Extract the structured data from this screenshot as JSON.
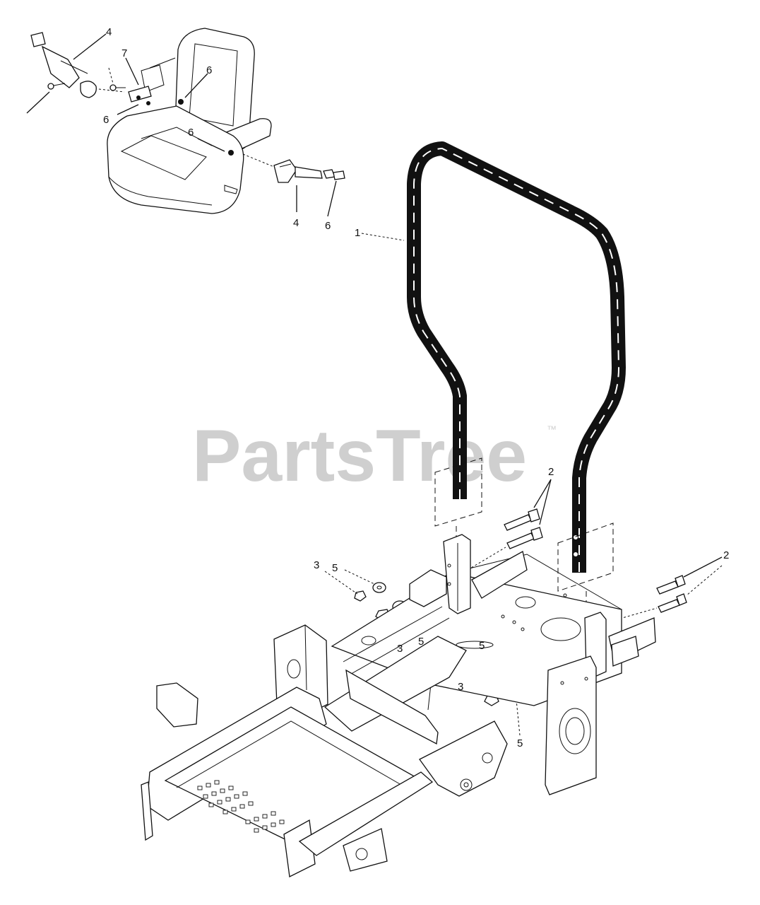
{
  "watermark": {
    "text": "PartsTree",
    "trademark": "™"
  },
  "callouts": {
    "c1": "1",
    "c2a": "2",
    "c2b": "2",
    "c3a": "3",
    "c3b": "3",
    "c3c": "3",
    "c4a": "4",
    "c4b": "4",
    "c5a": "5",
    "c5b": "5",
    "c5c": "5",
    "c5d": "5",
    "c6a": "6",
    "c6b": "6",
    "c6c": "6",
    "c6d": "6",
    "c7": "7"
  },
  "colors": {
    "line": "#111111",
    "watermark": "#cfcfcf",
    "background": "#ffffff"
  }
}
